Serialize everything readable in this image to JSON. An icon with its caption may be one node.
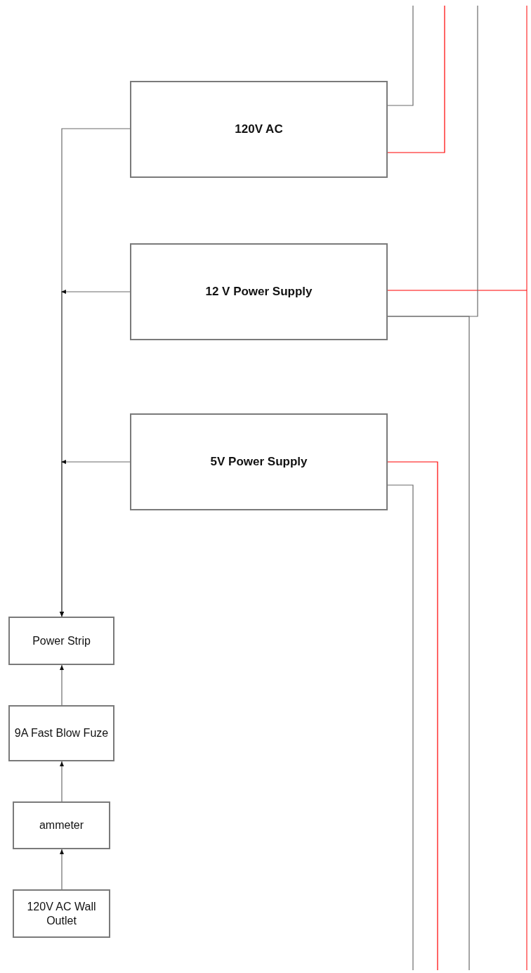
{
  "diagram": {
    "nodes": [
      {
        "text": [
          "120V AC"
        ]
      },
      {
        "text": [
          "12 V Power Supply"
        ]
      },
      {
        "text": [
          "5V Power Supply"
        ]
      },
      {
        "text": [
          "Power Strip"
        ]
      },
      {
        "text": [
          "9A Fast Blow Fuze"
        ]
      },
      {
        "text": [
          "ammeter"
        ]
      },
      {
        "text": [
          "120V AC Wall Outlet"
        ]
      }
    ],
    "edges": [
      {
        "from": 0,
        "to": 3,
        "arrow": "to"
      },
      {
        "from": 1,
        "to": 3,
        "arrow": "to"
      },
      {
        "from": 2,
        "to": 3,
        "arrow": "to"
      },
      {
        "from": 4,
        "to": 3,
        "arrow": "to"
      },
      {
        "from": 5,
        "to": 4,
        "arrow": "to"
      },
      {
        "from": 6,
        "to": 5,
        "arrow": "to"
      },
      {
        "from": 0,
        "to": null,
        "arrow": "none"
      },
      {
        "from": 0,
        "to": null,
        "arrow": "none",
        "color": "#ff0000"
      },
      {
        "from": 1,
        "to": null,
        "arrow": "none",
        "color": "#ff0000"
      },
      {
        "from": 1,
        "to": null,
        "arrow": "none"
      },
      {
        "from": 1,
        "to": null,
        "arrow": "none"
      },
      {
        "from": 2,
        "to": null,
        "arrow": "none",
        "color": "#ff0000"
      },
      {
        "from": 2,
        "to": null,
        "arrow": "none"
      }
    ]
  }
}
